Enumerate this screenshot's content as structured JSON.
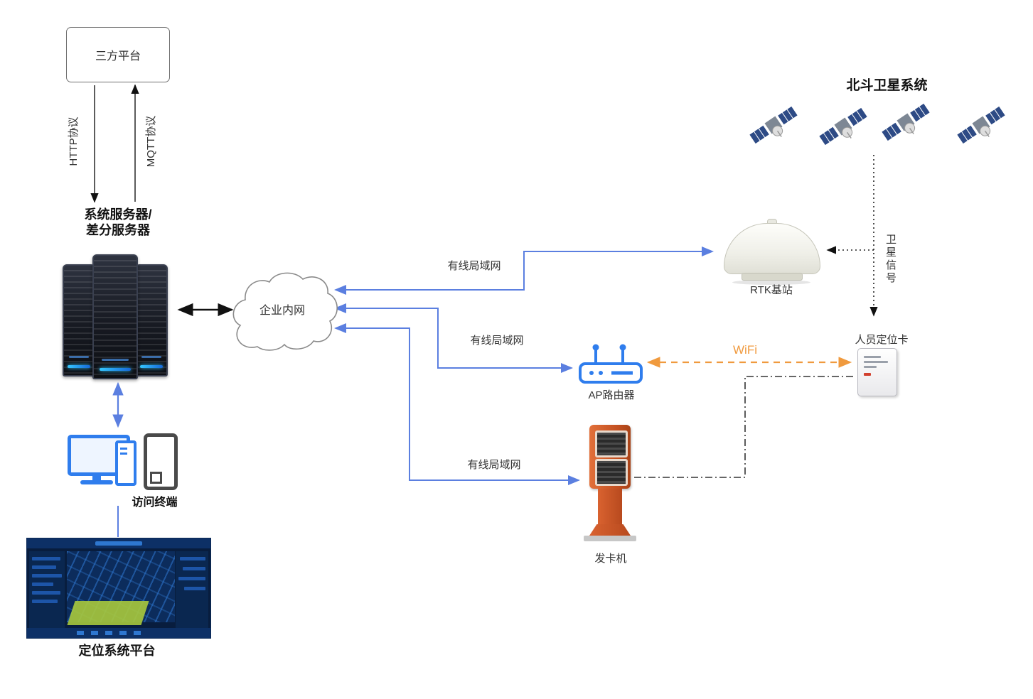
{
  "diagram": {
    "type": "network-architecture",
    "colors": {
      "lan_line_blue": "#5b7fe0",
      "wifi_orange": "#f09a3e",
      "kiosk_orange": "#cc5424",
      "router_blue": "#2f7ded",
      "satellite_navy": "#2d4a85",
      "connector_black": "#111111"
    }
  },
  "nodes": {
    "third_party": {
      "label": "三方平台"
    },
    "server": {
      "label_line1": "系统服务器/",
      "label_line2": "差分服务器"
    },
    "intranet": {
      "label": "企业内网"
    },
    "rtk": {
      "label": "RTK基站"
    },
    "beidou": {
      "label": "北斗卫星系统"
    },
    "personnel_card": {
      "label": "人员定位卡"
    },
    "ap_router": {
      "label": "AP路由器"
    },
    "card_machine": {
      "label": "发卡机"
    },
    "terminal": {
      "label": "访问终端"
    },
    "platform": {
      "label": "定位系统平台"
    }
  },
  "edges": {
    "http": {
      "label": "HTTP协议"
    },
    "mqtt": {
      "label": "MQTT协议"
    },
    "lan_rtk": {
      "label": "有线局域网"
    },
    "lan_ap": {
      "label": "有线局域网"
    },
    "lan_card": {
      "label": "有线局域网"
    },
    "wifi": {
      "label": "WiFi"
    },
    "satellite_signal": {
      "label": "卫星信号"
    }
  }
}
